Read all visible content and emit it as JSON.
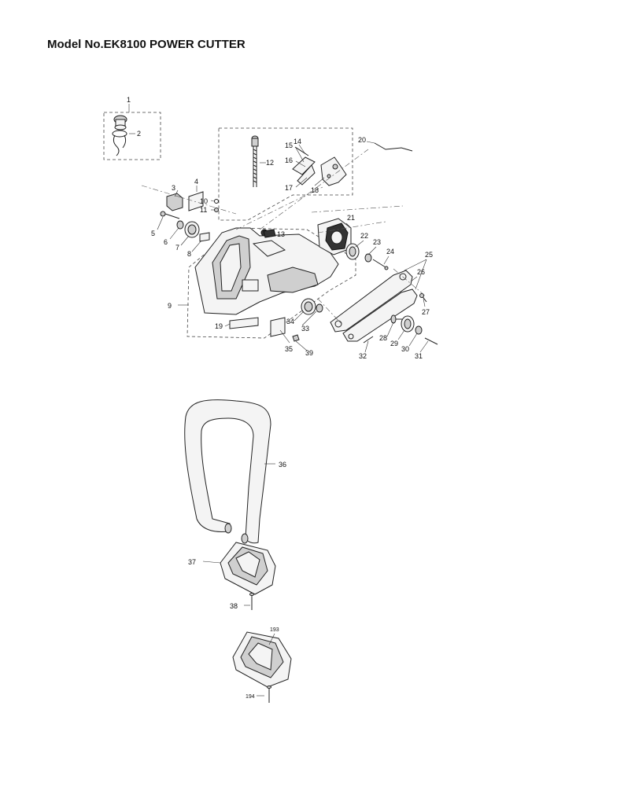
{
  "title": "Model No.EK8100 POWER CUTTER",
  "callouts": {
    "c1": "1",
    "c2": "2",
    "c3": "3",
    "c4": "4",
    "c5": "5",
    "c6": "6",
    "c7": "7",
    "c8": "8",
    "c9": "9",
    "c10": "10",
    "c11": "11",
    "c12": "12",
    "c13": "13",
    "c14": "14",
    "c15": "15",
    "c16": "16",
    "c17": "17",
    "c18": "18",
    "c19": "19",
    "c20": "20",
    "c21": "21",
    "c22": "22",
    "c23": "23",
    "c24": "24",
    "c25": "25",
    "c26": "26",
    "c27": "27",
    "c28": "28",
    "c29": "29",
    "c30": "30",
    "c31": "31",
    "c32": "32",
    "c33": "33",
    "c34": "34",
    "c35": "35",
    "c36": "36",
    "c37": "37",
    "c38": "38",
    "c39": "39",
    "c193": "193",
    "c194": "194"
  }
}
